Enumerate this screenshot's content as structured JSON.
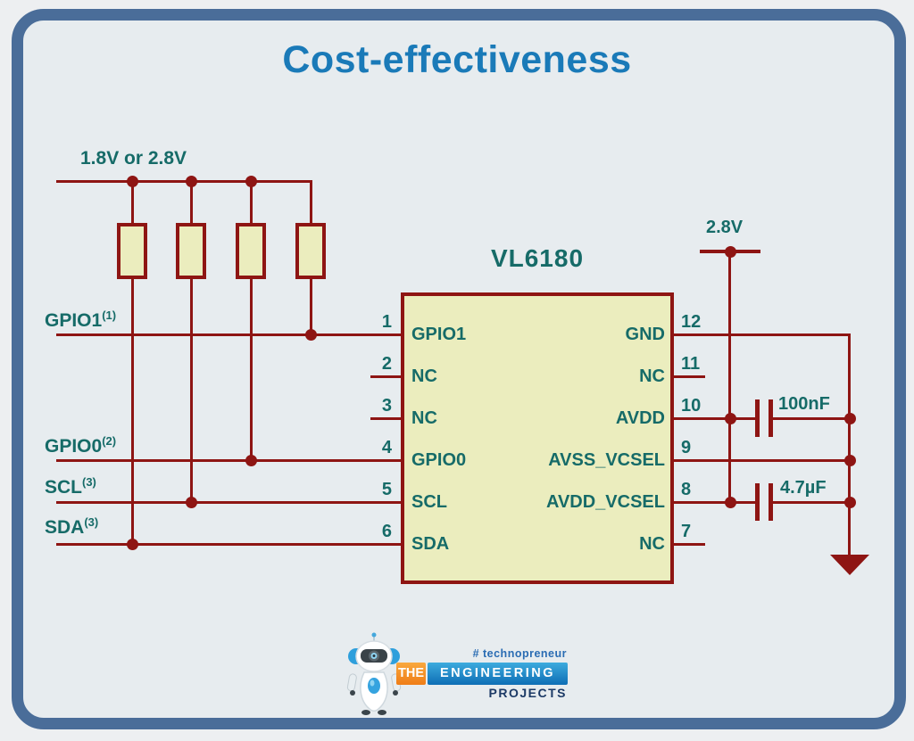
{
  "title": "Cost-effectiveness",
  "colors": {
    "wire": "#8e1513",
    "teal": "#166b68",
    "title-blue": "#1a7ab8",
    "component-fill": "#ebedbe",
    "frame-blue": "#4a6d99",
    "panel-bg": "#e7ecef",
    "page-bg": "#edeff1",
    "logo-orange": "#f68b1f",
    "logo-blue": "#1588c9",
    "logo-navy": "#1c3a66",
    "tagline-blue": "#2a6cb3"
  },
  "schematic": {
    "supply_rail_label": "1.8V or 2.8V",
    "supply_right_label": "2.8V",
    "net_labels": [
      {
        "name": "GPIO1",
        "note": "(1)"
      },
      {
        "name": "GPIO0",
        "note": "(2)"
      },
      {
        "name": "SCL",
        "note": "(3)"
      },
      {
        "name": "SDA",
        "note": "(3)"
      }
    ],
    "ic": {
      "name": "VL6180",
      "left_pins": [
        {
          "num": "1",
          "label": "GPIO1"
        },
        {
          "num": "2",
          "label": "NC"
        },
        {
          "num": "3",
          "label": "NC"
        },
        {
          "num": "4",
          "label": "GPIO0"
        },
        {
          "num": "5",
          "label": "SCL"
        },
        {
          "num": "6",
          "label": "SDA"
        }
      ],
      "right_pins": [
        {
          "num": "12",
          "label": "GND"
        },
        {
          "num": "11",
          "label": "NC"
        },
        {
          "num": "10",
          "label": "AVDD"
        },
        {
          "num": "9",
          "label": "AVSS_VCSEL"
        },
        {
          "num": "8",
          "label": "AVDD_VCSEL"
        },
        {
          "num": "7",
          "label": "NC"
        }
      ]
    },
    "capacitors": [
      {
        "value": "100nF"
      },
      {
        "value": "4.7µF"
      }
    ]
  },
  "logo": {
    "tagline": "# technopreneur",
    "the": "THE",
    "engineering": "ENGINEERING",
    "projects": "PROJECTS"
  }
}
